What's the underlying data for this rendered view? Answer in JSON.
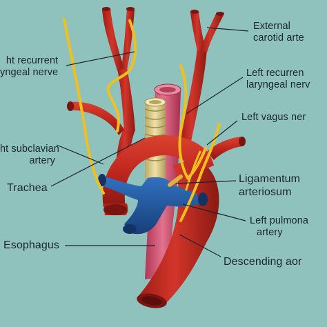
{
  "labels": {
    "external_carotid": [
      "External",
      "carotid arte"
    ],
    "right_recurrent": [
      "ht recurrent",
      "yngeal nerve"
    ],
    "left_recurrent": [
      "Left recurren",
      "laryngeal nerv"
    ],
    "left_vagus": "Left vagus ner",
    "right_subclavian": [
      "ht subclavian",
      "artery"
    ],
    "trachea": "Trachea",
    "ligamentum": [
      "Ligamentum",
      "arteriosum"
    ],
    "left_pulmonary": [
      "Left pulmona",
      "artery"
    ],
    "esophagus": "Esophagus",
    "descending_aorta": "Descending aor"
  },
  "colors": {
    "background": "#8fc2bc",
    "artery": "#c0271f",
    "artery_dark": "#8e1a14",
    "pulmonary": "#1f5fa8",
    "nerve": "#f2c01e",
    "trachea": "#d9c98a",
    "esophagus": "#d2506e"
  }
}
